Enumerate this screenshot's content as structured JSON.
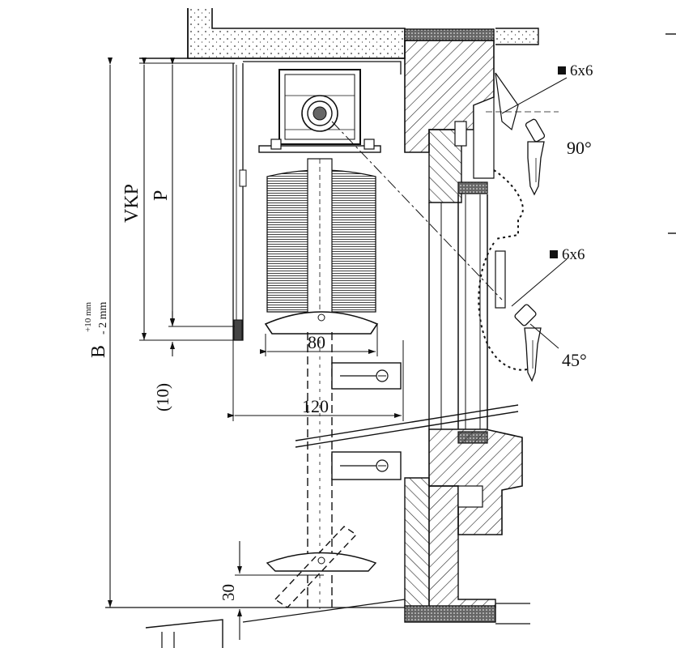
{
  "dimensions": {
    "vkp": "VKP",
    "p": "P",
    "width_80": "80",
    "width_120": "120",
    "gap_10": "(10)",
    "gap_30": "30",
    "b_main": "B",
    "b_tol_plus": "+10 mm",
    "b_tol_minus": "- 2 mm"
  },
  "annotations": {
    "hex_top": "6x6",
    "hex_mid": "6x6",
    "angle_90": "90°",
    "angle_45": "45°"
  },
  "colors": {
    "line": "#111111",
    "hatch": "#333333",
    "background": "#ffffff"
  }
}
